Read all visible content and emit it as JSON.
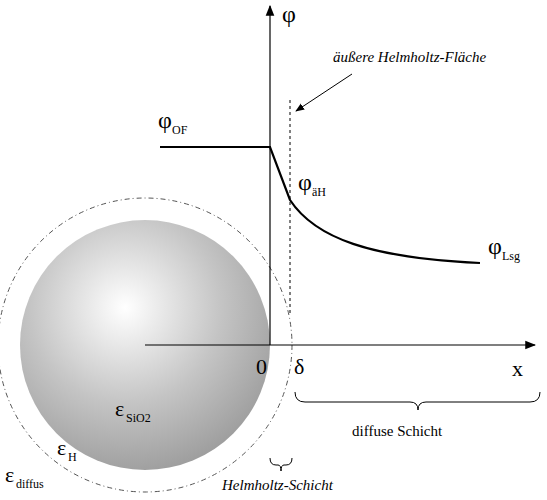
{
  "diagram": {
    "labels": [
      "φ",
      "äußere Helmholtz-Fläche",
      "φ",
      "OF",
      "φ",
      "äH",
      "φ",
      "Lsg",
      "x",
      "0",
      "δ",
      "ε",
      "SiO2",
      "ε",
      "H",
      "ε",
      "diffus",
      "diffuse Schicht",
      "Helmholtz-Schicht"
    ]
  }
}
